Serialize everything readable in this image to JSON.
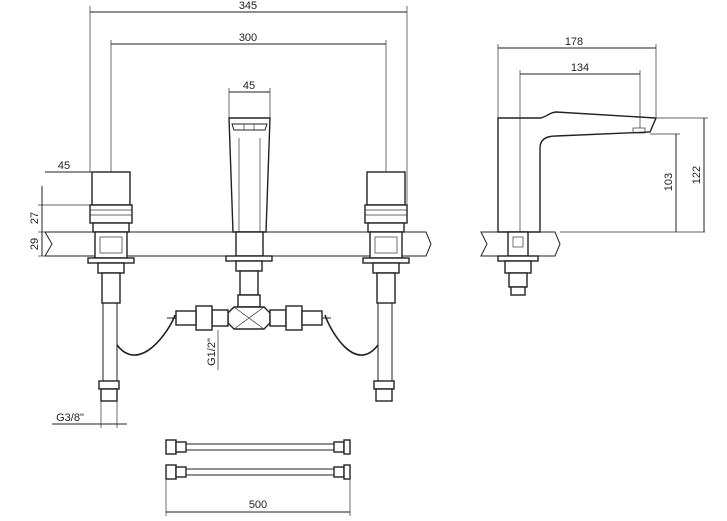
{
  "dimensions": {
    "front_overall_width": "345",
    "front_center_distance": "300",
    "spout_width": "45",
    "handle_width": "45",
    "handle_height": "27",
    "deck_thickness": "29",
    "inlet_thread": "G1/2\"",
    "outlet_thread": "G3/8\"",
    "hose_length": "500",
    "side_overall_depth": "178",
    "side_spout_reach": "134",
    "side_spout_height": "103",
    "side_total_height": "122"
  },
  "colors": {
    "line": "#222222",
    "background": "#ffffff"
  }
}
